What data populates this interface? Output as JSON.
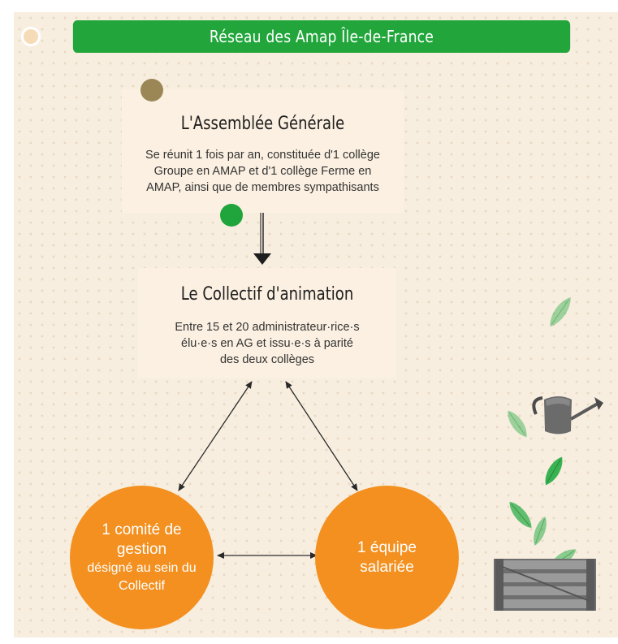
{
  "banner": {
    "title": "Réseau des Amap Île-de-France"
  },
  "assemblee": {
    "title": "L'Assemblée Générale",
    "desc_line1": "Se réunit 1 fois par an, constituée d'1 collège",
    "desc_line2": "Groupe en AMAP et d'1 collège Ferme en",
    "desc_line3": "AMAP, ainsi que de membres sympathisants"
  },
  "collectif": {
    "title": "Le Collectif d'animation",
    "desc_line1": "Entre 15 et 20 administrateur·rice·s",
    "desc_line2": "élu·e·s en AG et issu·e·s à parité",
    "desc_line3": "des deux collèges"
  },
  "comite": {
    "line1": "1 comité de",
    "line2": "gestion",
    "line3": "désigné au sein du",
    "line4": "Collectif"
  },
  "equipe": {
    "line1": "1 équipe",
    "line2": "salariée"
  },
  "colors": {
    "banner_green": "#22a63c",
    "orange": "#f3901f",
    "card_bg": "#fbf0e1",
    "leaf_green": "#2fae4a",
    "accent_brown": "#9b8756"
  },
  "decorations": [
    "leaf-icon",
    "watering-can-icon",
    "wooden-crate-icon"
  ]
}
